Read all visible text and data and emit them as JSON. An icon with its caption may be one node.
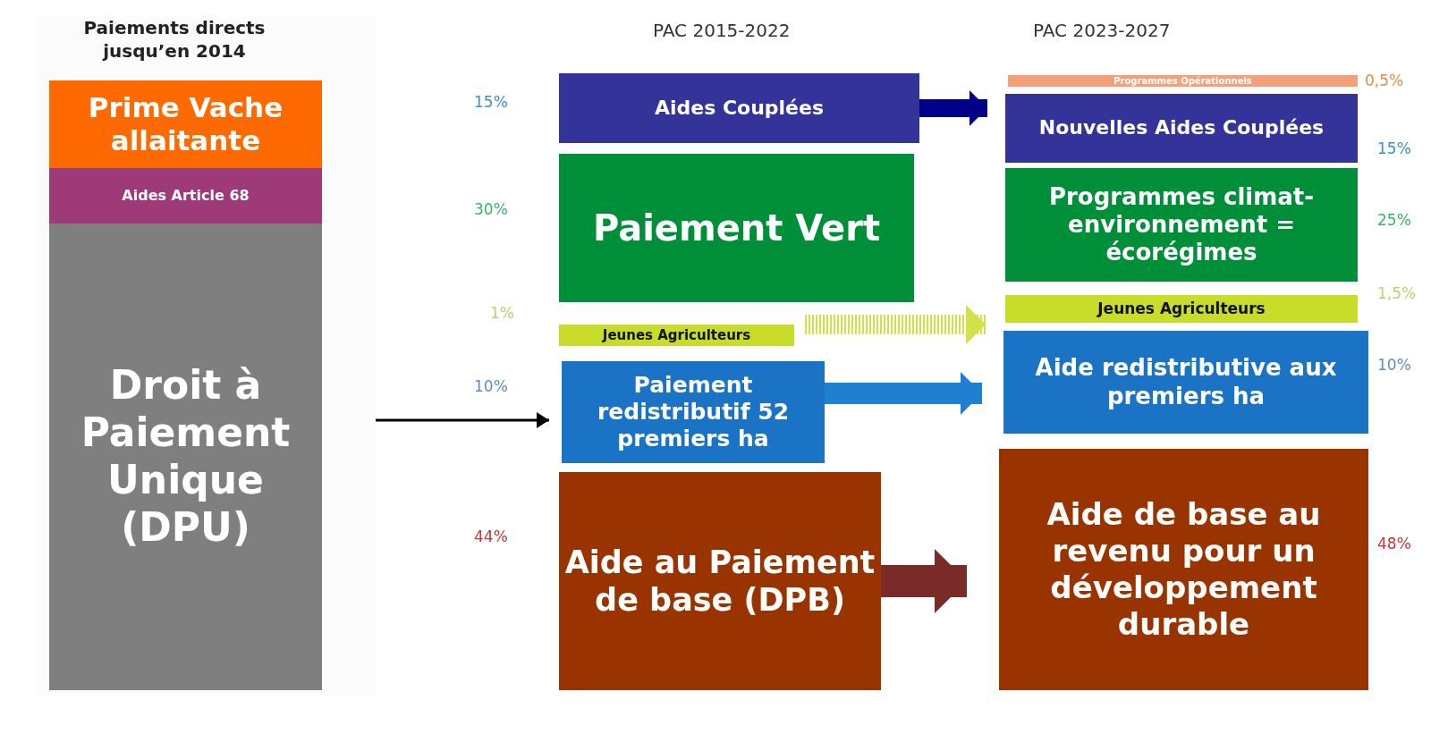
{
  "diagram": {
    "nodes": [
      {
        "text": [
          "Paiements directs jusqu’en 2014"
        ]
      },
      {
        "text": [
          "Prime Vache allaitante"
        ],
        "in": 0
      },
      {
        "text": [
          "Aides Article 68"
        ],
        "in": 0
      },
      {
        "text": [
          "Droit à Paiement Unique (DPU)"
        ],
        "in": 0
      },
      {
        "text": [
          "Aides Couplées"
        ],
        "beside": [
          "15%"
        ]
      },
      {
        "text": [
          "Paiement Vert"
        ],
        "beside": [
          "30%"
        ]
      },
      {
        "text": [
          "Jeunes Agriculteurs"
        ],
        "beside": [
          "1%"
        ]
      },
      {
        "text": [
          "Paiement redistributif 52 premiers ha"
        ],
        "beside": [
          "10%"
        ]
      },
      {
        "text": [
          "Aide au Paiement de base (DPB)"
        ],
        "beside": [
          "44%"
        ]
      },
      {
        "text": [
          "Programmes Opérationnels"
        ],
        "beside": [
          "0,5%"
        ]
      },
      {
        "text": [
          "Nouvelles Aides Couplées"
        ],
        "beside": [
          "15%"
        ]
      },
      {
        "text": [
          "Programmes climat-environnement = écorégimes"
        ],
        "beside": [
          "25%"
        ]
      },
      {
        "text": [
          "Jeunes Agriculteurs"
        ],
        "beside": [
          "1,5%"
        ]
      },
      {
        "text": [
          "Aide redistributive aux premiers ha"
        ],
        "beside": [
          "10%"
        ]
      },
      {
        "text": [
          "Aide de base au revenu pour un développement durable"
        ],
        "beside": [
          "48%"
        ]
      }
    ],
    "edges": [
      {
        "from": 0,
        "to": 7,
        "arrow": "to"
      },
      {
        "from": 4,
        "to": 10,
        "arrow": "to",
        "color": "#00008b"
      },
      {
        "from": 6,
        "to": 12,
        "arrow": "to",
        "style": "dashed",
        "color": "#d4e04a"
      },
      {
        "from": 7,
        "to": 13,
        "arrow": "to",
        "color": "#1f7fd0"
      },
      {
        "from": 8,
        "to": 14,
        "arrow": "to",
        "color": "#7b2a2a"
      }
    ],
    "labels": [
      "PAC 2015-2022",
      "PAC 2023-2027"
    ]
  }
}
